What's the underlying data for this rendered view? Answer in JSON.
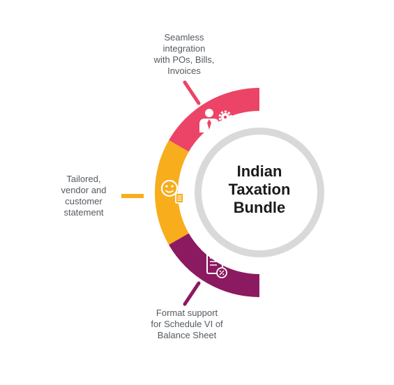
{
  "diagram": {
    "center": {
      "title_lines": [
        "Indian",
        "Taxation",
        "Bundle"
      ]
    },
    "segments": [
      {
        "id": "integration",
        "color": "#ec4466",
        "icon": "businessman-gear-icon",
        "label_lines": [
          "Seamless",
          "integration",
          "with POs, Bills,",
          "Invoices"
        ]
      },
      {
        "id": "statement",
        "color": "#f7ad1c",
        "icon": "smiley-document-icon",
        "label_lines": [
          "Tailored,",
          "vendor and",
          "customer",
          "statement"
        ]
      },
      {
        "id": "format",
        "color": "#8b1a60",
        "icon": "percent-document-icon",
        "label_lines": [
          "Format support",
          "for Schedule VI of",
          "Balance Sheet"
        ]
      }
    ],
    "ring_color": "#d9d9d9"
  }
}
